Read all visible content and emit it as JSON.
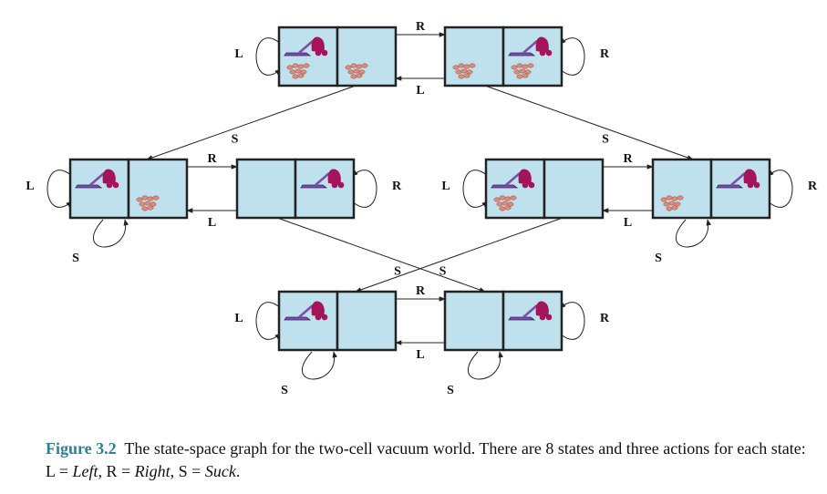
{
  "caption": {
    "figure_label": "Figure 3.2",
    "text_before": "The state-space graph for the two-cell vacuum world. There are 8 states and three actions for each state: L = ",
    "left": "Left",
    "sep1": ", R = ",
    "right": "Right",
    "sep2": ", S = ",
    "suck": "Suck",
    "end": "."
  },
  "action_labels": {
    "left": "L",
    "right": "R",
    "suck": "S"
  },
  "states": [
    {
      "id": "s1",
      "vacuum": "left",
      "dirt": [
        "left",
        "right"
      ]
    },
    {
      "id": "s2",
      "vacuum": "right",
      "dirt": [
        "left",
        "right"
      ]
    },
    {
      "id": "s3",
      "vacuum": "left",
      "dirt": [
        "right"
      ]
    },
    {
      "id": "s4",
      "vacuum": "right",
      "dirt": []
    },
    {
      "id": "s5",
      "vacuum": "left",
      "dirt": [
        "left"
      ]
    },
    {
      "id": "s6",
      "vacuum": "right",
      "dirt": [
        "left"
      ]
    },
    {
      "id": "s7",
      "vacuum": "left",
      "dirt": []
    },
    {
      "id": "s8",
      "vacuum": "right",
      "dirt": []
    }
  ],
  "edges": [
    {
      "from": "s1",
      "to": "s2",
      "action": "R"
    },
    {
      "from": "s2",
      "to": "s1",
      "action": "L"
    },
    {
      "from": "s1",
      "to": "s3",
      "action": "S"
    },
    {
      "from": "s2",
      "to": "s6",
      "action": "S"
    },
    {
      "from": "s3",
      "to": "s4",
      "action": "R"
    },
    {
      "from": "s4",
      "to": "s3",
      "action": "L"
    },
    {
      "from": "s5",
      "to": "s6",
      "action": "R"
    },
    {
      "from": "s6",
      "to": "s5",
      "action": "L"
    },
    {
      "from": "s4",
      "to": "s8",
      "action": "S"
    },
    {
      "from": "s5",
      "to": "s7",
      "action": "S"
    },
    {
      "from": "s7",
      "to": "s8",
      "action": "R"
    },
    {
      "from": "s8",
      "to": "s7",
      "action": "L"
    },
    {
      "from": "s1",
      "to": "s1",
      "action": "L"
    },
    {
      "from": "s2",
      "to": "s2",
      "action": "R"
    },
    {
      "from": "s3",
      "to": "s3",
      "action": "L"
    },
    {
      "from": "s3",
      "to": "s3",
      "action": "S"
    },
    {
      "from": "s4",
      "to": "s4",
      "action": "R"
    },
    {
      "from": "s5",
      "to": "s5",
      "action": "L"
    },
    {
      "from": "s6",
      "to": "s6",
      "action": "R"
    },
    {
      "from": "s6",
      "to": "s6",
      "action": "S"
    },
    {
      "from": "s7",
      "to": "s7",
      "action": "L"
    },
    {
      "from": "s7",
      "to": "s7",
      "action": "S"
    },
    {
      "from": "s8",
      "to": "s8",
      "action": "R"
    },
    {
      "from": "s8",
      "to": "s8",
      "action": "S"
    }
  ],
  "colors": {
    "cell_fill": "#bfe1ee",
    "cell_border": "#222222",
    "vacuum_body": "#a3145a",
    "vacuum_head": "#7b4fa8",
    "dirt": "#e48a7a",
    "caption_label": "#2f7f93"
  }
}
